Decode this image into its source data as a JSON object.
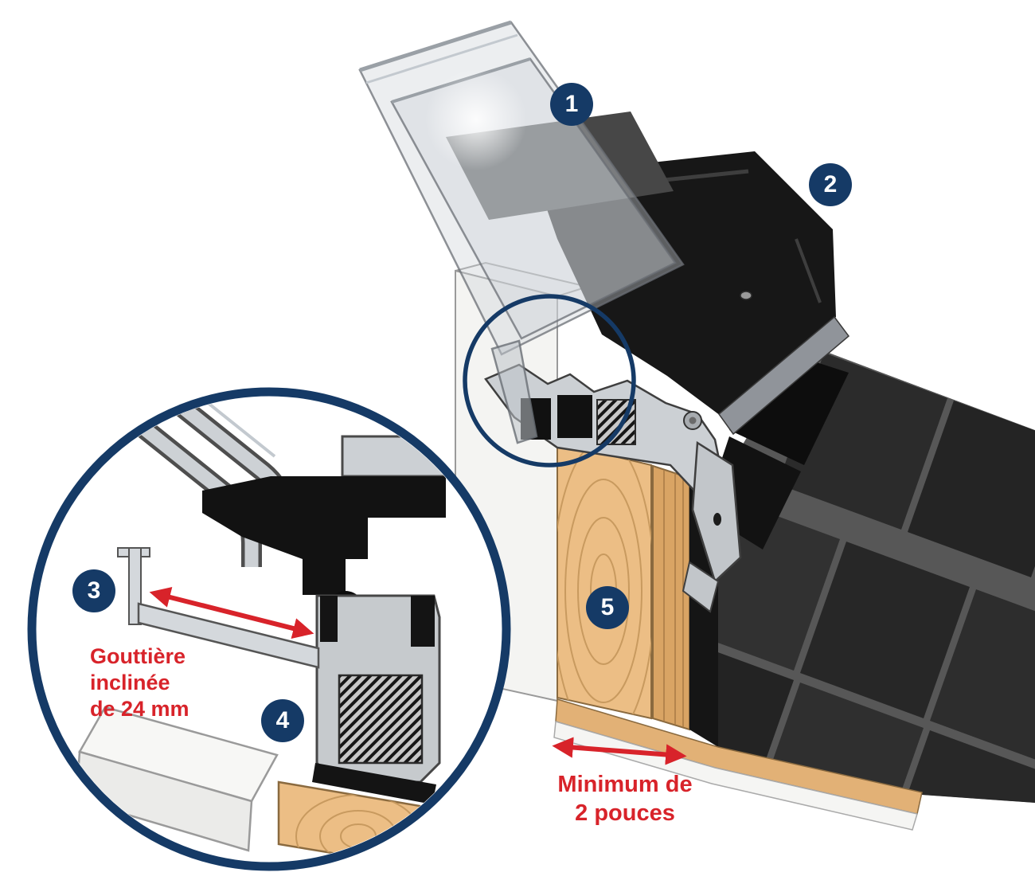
{
  "figure": {
    "callouts": [
      {
        "label": "1"
      },
      {
        "label": "2"
      },
      {
        "label": "3"
      },
      {
        "label": "4"
      },
      {
        "label": "5"
      }
    ],
    "annotations": {
      "gutter_slope": {
        "lines": [
          "Gouttière",
          "inclinée",
          "de 24 mm"
        ]
      },
      "minimum_clearance": {
        "lines": [
          "Minimum de",
          "2 pouces"
        ]
      }
    },
    "colors": {
      "badge_navy": "#153a66",
      "annotation_red": "#d8232a",
      "detail_circle_navy": "#153a66",
      "wood_tan": "#ecbe85",
      "plywood_tan": "#d9a464",
      "aluminum_gray": "#ccd0d4",
      "flashing_black": "#171717",
      "shingle_dark": "#2a2a2a"
    }
  }
}
